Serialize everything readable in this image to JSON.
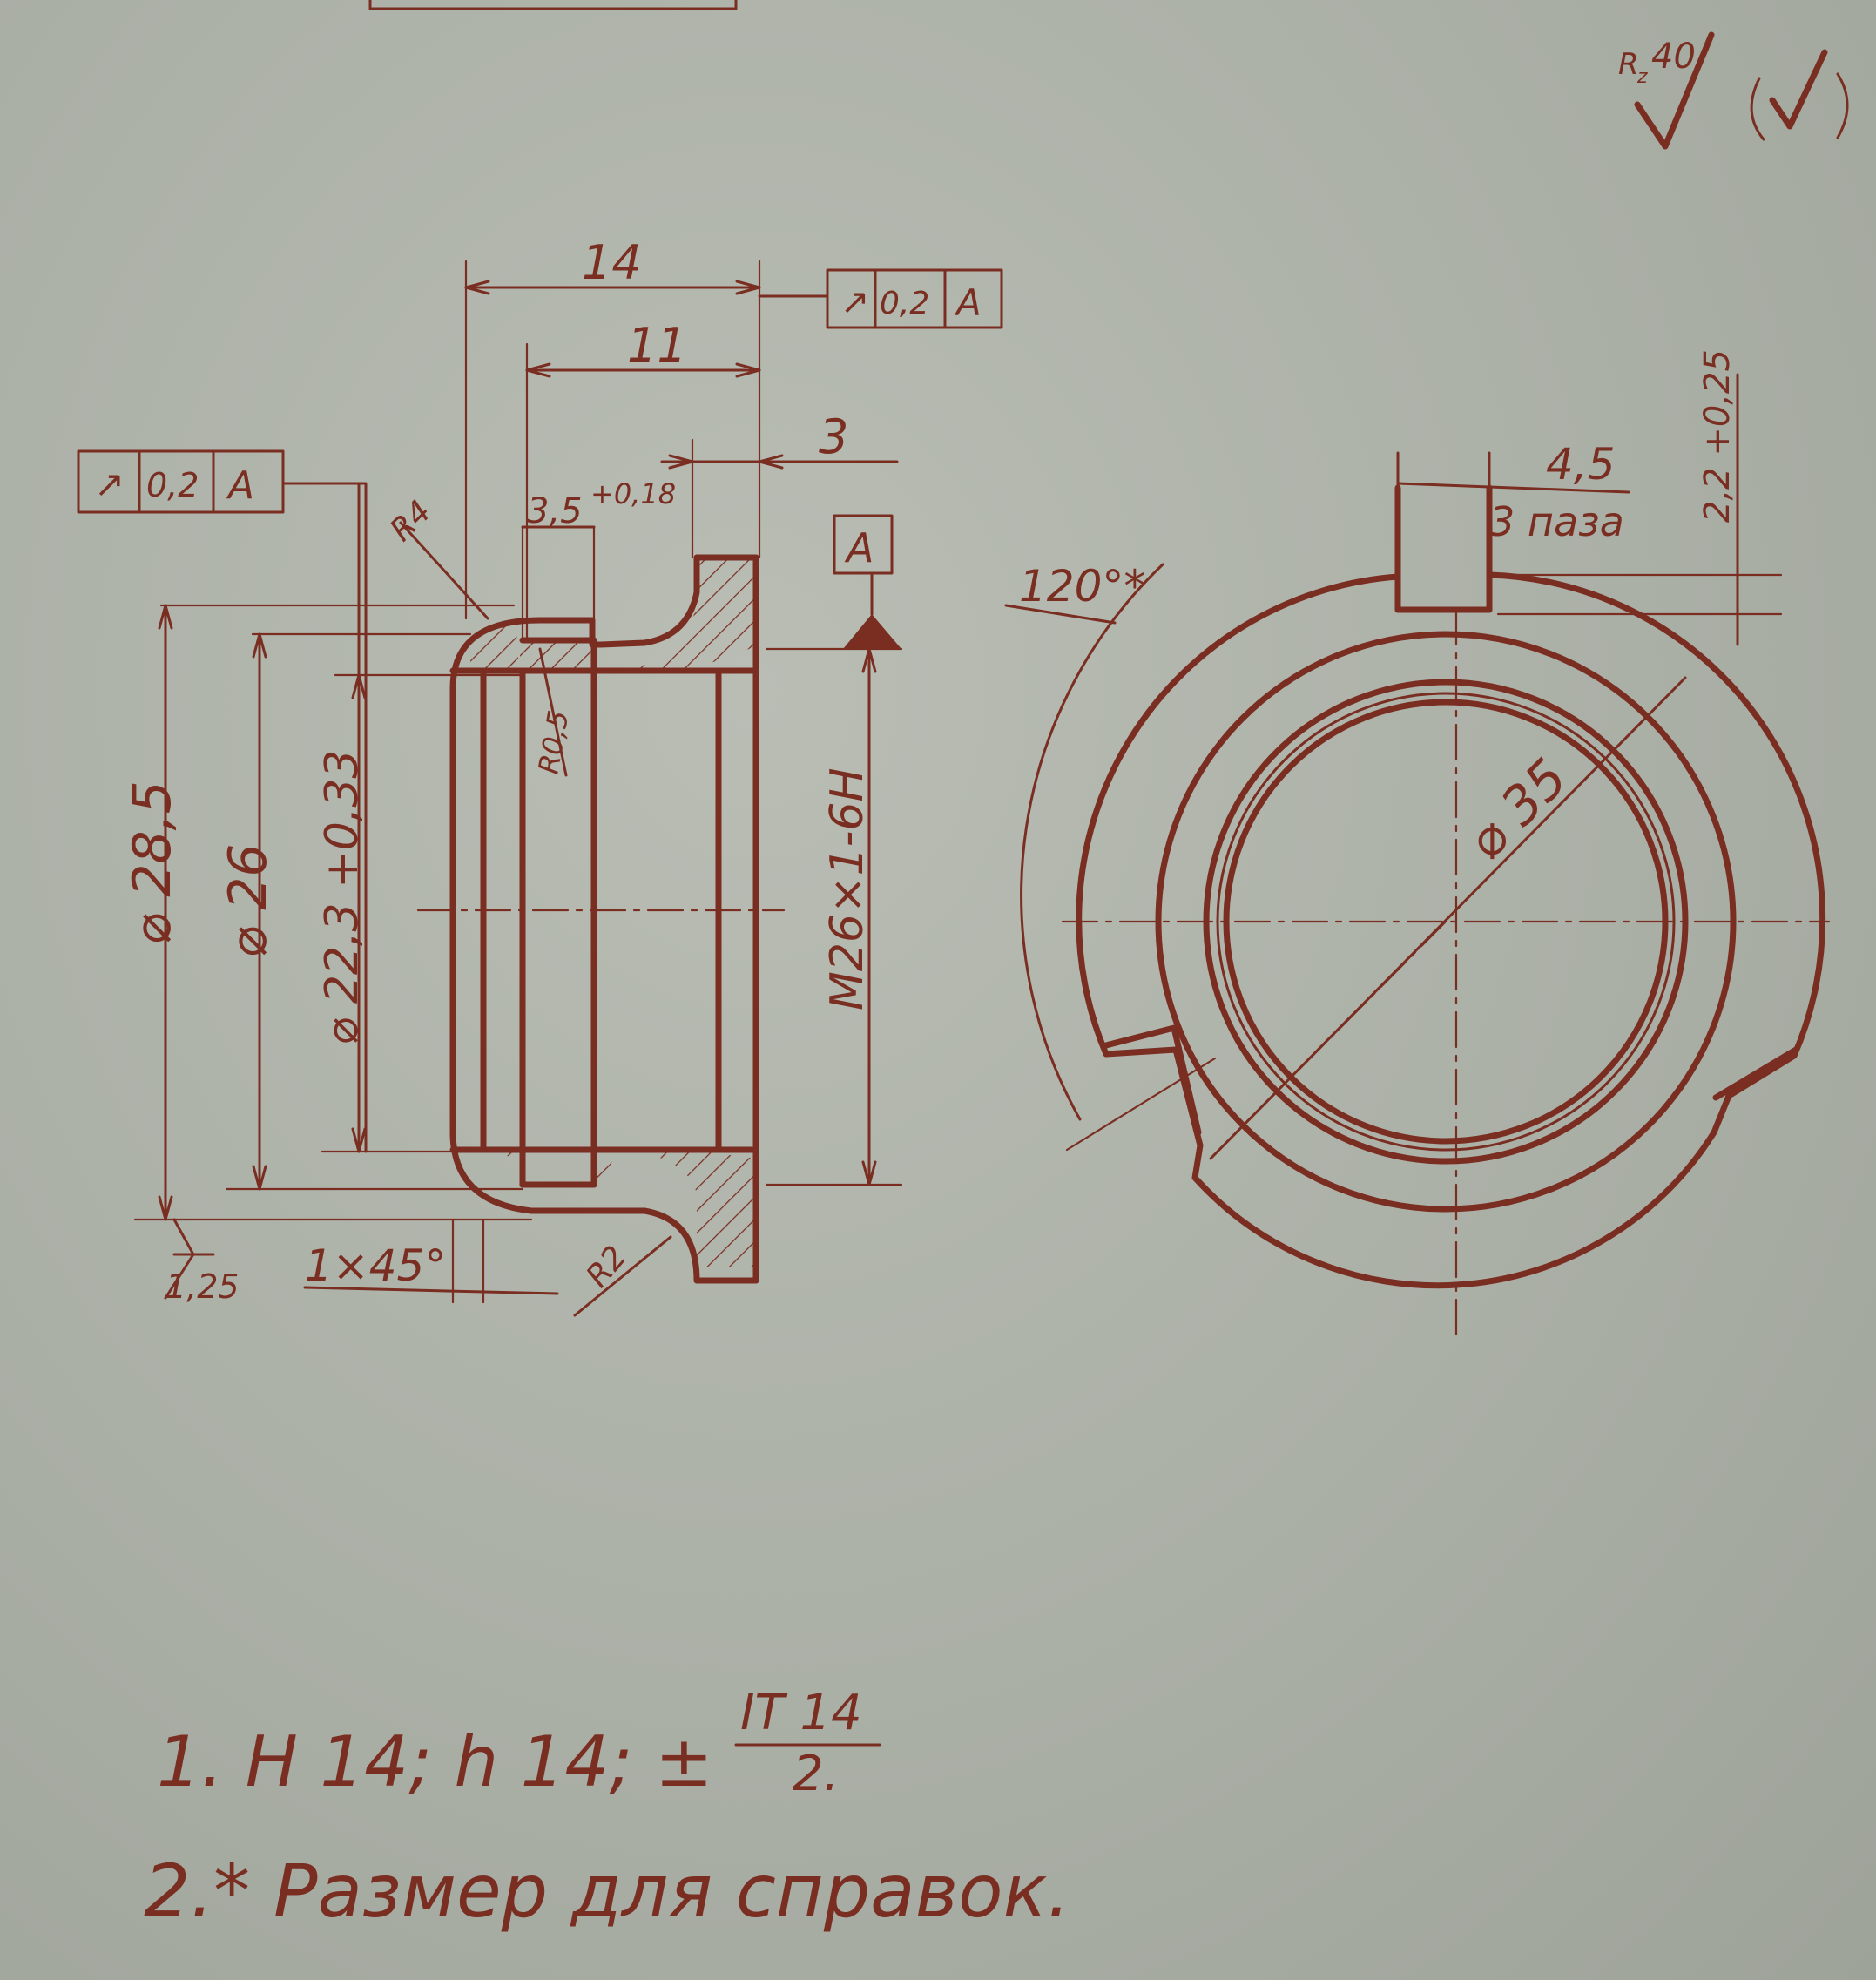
{
  "roughness": {
    "symbol": "R",
    "sub": "z",
    "value": "40"
  },
  "tolerance_frames": {
    "top": {
      "symbol": "↗",
      "value": "0,2",
      "datum": "A"
    },
    "left": {
      "symbol": "↗",
      "value": "0,2",
      "datum": "A"
    }
  },
  "datum_label": "A",
  "section_view": {
    "dims": {
      "overall_length": "14",
      "length_11": "11",
      "length_3": "3",
      "groove_width": "3,5",
      "groove_tol": "+0,18",
      "radius_r4": "R4",
      "radius_r05": "R0,5",
      "radius_r2": "R2",
      "diam_outer": "⌀ 28,5",
      "diam_26": "⌀ 26",
      "diam_groove": "⌀ 22,3 +0,33",
      "thread": "M26×1-6H",
      "chamfer": "1×45°",
      "roughness_left": "1,25"
    }
  },
  "end_view": {
    "dims": {
      "slot_width": "4,5",
      "slot_count": "3 паза",
      "slot_depth": "2,2 +0,25",
      "angle": "120°*",
      "diameter": "⌀ 35"
    }
  },
  "notes": {
    "line1_prefix": "1. H 14; h 14; ±",
    "line1_fraction_top": "IT 14",
    "line1_fraction_bottom": "2.",
    "line2": "2.* Размер для справок."
  }
}
